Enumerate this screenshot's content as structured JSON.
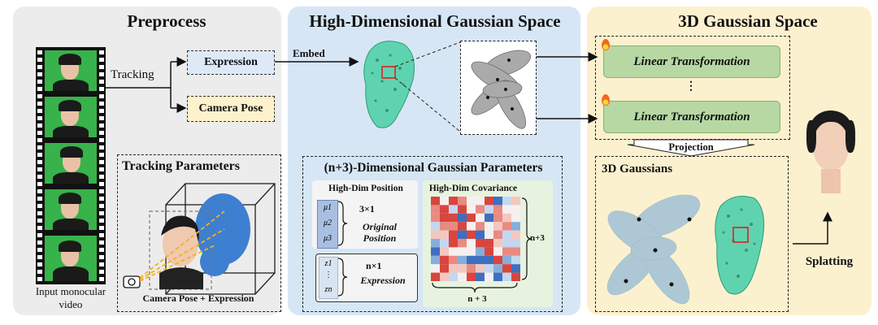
{
  "preprocess": {
    "title": "Preprocess",
    "tracking_label": "Tracking",
    "expression_box": "Expression",
    "camera_pose_box": "Camera Pose",
    "input_label_line1": "Input monocular",
    "input_label_line2": "video",
    "tracking_params_title": "Tracking Parameters",
    "camera_caption": "Camera Pose + Expression"
  },
  "high_dim": {
    "title": "High-Dimensional Gaussian Space",
    "embed_label": "Embed",
    "params_title": "(n+3)-Dimensional Gaussian Parameters",
    "position_header": "High-Dim Position",
    "mu_labels": [
      "μ1",
      "μ2",
      "μ3"
    ],
    "pos_dim": "3×1",
    "original_position_line1": "Original",
    "original_position_line2": "Position",
    "z_top": "z1",
    "z_dots": "⋮",
    "z_bottom": "zn",
    "expr_dim": "n×1",
    "expression_label": "Expression",
    "covariance_header": "High-Dim Covariance",
    "cov_right_label": "n+3",
    "cov_bottom_label": "n + 3"
  },
  "gauss3d": {
    "title": "3D Gaussian Space",
    "linear1": "Linear Transformation",
    "dots": "⋮",
    "linear2": "Linear Transformation",
    "projection_label": "Projection",
    "gaussians_title": "3D Gaussians",
    "splatting_label": "Splatting"
  },
  "colors": {
    "preprocess_bg": "#ececec",
    "highdim_bg": "#d6e6f5",
    "gauss3d_bg": "#fcf1cf",
    "expression_fill": "#dde9f6",
    "camera_fill": "#fdf2cc",
    "linear_fill": "#b7d8a3",
    "green_screen": "#38b24a",
    "mesh_teal": "#5fd3b0",
    "head_blue": "#3d7fd0"
  }
}
